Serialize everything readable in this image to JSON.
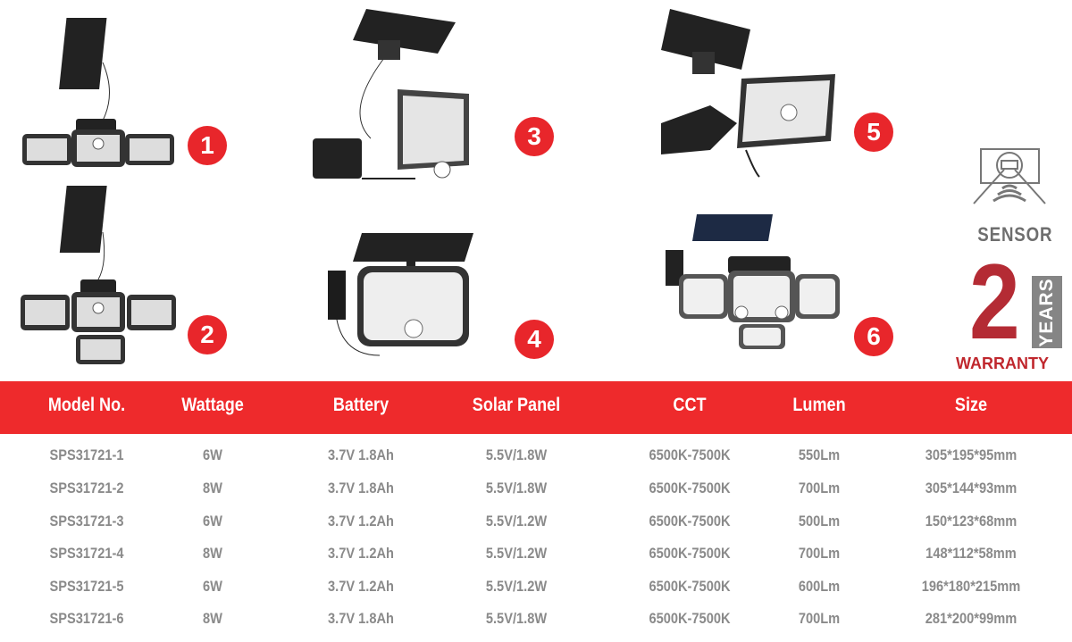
{
  "products": [
    {
      "number": "1"
    },
    {
      "number": "2"
    },
    {
      "number": "3"
    },
    {
      "number": "4"
    },
    {
      "number": "5"
    },
    {
      "number": "6"
    }
  ],
  "features": {
    "sensor_label": "SENSOR",
    "warranty_number": "2",
    "warranty_unit": "YEARS",
    "warranty_label": "WARRANTY"
  },
  "table": {
    "headers": [
      "Model No.",
      "Wattage",
      "Battery",
      "Solar Panel",
      "CCT",
      "Lumen",
      "Size"
    ],
    "rows": [
      [
        "SPS31721-1",
        "6W",
        "3.7V 1.8Ah",
        "5.5V/1.8W",
        "6500K-7500K",
        "550Lm",
        "305*195*95mm"
      ],
      [
        "SPS31721-2",
        "8W",
        "3.7V 1.8Ah",
        "5.5V/1.8W",
        "6500K-7500K",
        "700Lm",
        "305*144*93mm"
      ],
      [
        "SPS31721-3",
        "6W",
        "3.7V 1.2Ah",
        "5.5V/1.2W",
        "6500K-7500K",
        "500Lm",
        "150*123*68mm"
      ],
      [
        "SPS31721-4",
        "8W",
        "3.7V 1.2Ah",
        "5.5V/1.2W",
        "6500K-7500K",
        "700Lm",
        "148*112*58mm"
      ],
      [
        "SPS31721-5",
        "6W",
        "3.7V 1.2Ah",
        "5.5V/1.2W",
        "6500K-7500K",
        "600Lm",
        "196*180*215mm"
      ],
      [
        "SPS31721-6",
        "8W",
        "3.7V 1.8Ah",
        "5.5V/1.8W",
        "6500K-7500K",
        "700Lm",
        "281*200*99mm"
      ]
    ]
  },
  "colors": {
    "header_red": "#ee2a2c",
    "badge_red": "#e8262b",
    "warranty_red": "#b42b34",
    "text_gray": "#8a8a8a"
  }
}
